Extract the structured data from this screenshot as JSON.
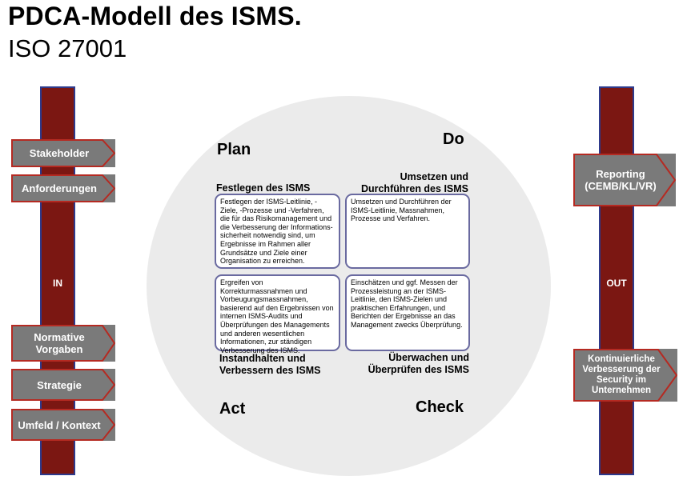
{
  "title": "PDCA-Modell des ISMS.",
  "subtitle": "ISO 27001",
  "in_bar": {
    "label": "IN"
  },
  "out_bar": {
    "label": "OUT"
  },
  "inputs": [
    {
      "label": "Stakeholder"
    },
    {
      "label": "Anforderungen"
    },
    {
      "label": "Normative\nVorgaben"
    },
    {
      "label": "Strategie"
    },
    {
      "label": "Umfeld / Kontext"
    }
  ],
  "outputs": [
    {
      "label": "Reporting\n(CEMB/KL/VR)"
    },
    {
      "label": "Kontinuierliche\nVerbesserung der\nSecurity im\nUnternehmen"
    }
  ],
  "quadrants": {
    "plan": {
      "head": "Plan",
      "title": "Festlegen des ISMS",
      "text": "Festlegen der ISMS-Leitlinie, -Ziele, -Prozesse und -Verfahren, die für das Risikomanagement und die Verbesserung der Informations-sicherheit notwendig sind, um Ergebnisse im Rahmen aller Grundsätze und Ziele einer Organisation zu erreichen."
    },
    "do": {
      "head": "Do",
      "title": "Umsetzen und\nDurchführen des ISMS",
      "text": "Umsetzen und Durchführen der ISMS-Leitlinie, Massnahmen, Prozesse und Verfahren."
    },
    "act": {
      "head": "Act",
      "title": "Instandhalten und\nVerbessern des ISMS",
      "text": "Ergreifen von Korrekturmassnahmen und Vorbeugungsmassnahmen, basierend auf den Ergebnissen von internen ISMS-Audits und Überprüfungen des Managements und anderen wesentlichen Informationen, zur ständigen Verbesserung des ISMS."
    },
    "check": {
      "head": "Check",
      "title": "Überwachen und\nÜberprüfen des ISMS",
      "text": "Einschätzen und ggf. Messen der Prozessleistung an der ISMS-Leitlinie, den ISMS-Zielen und praktischen Erfahrungen, und Berichten der Ergebnisse an das Management zwecks Überprüfung."
    }
  }
}
